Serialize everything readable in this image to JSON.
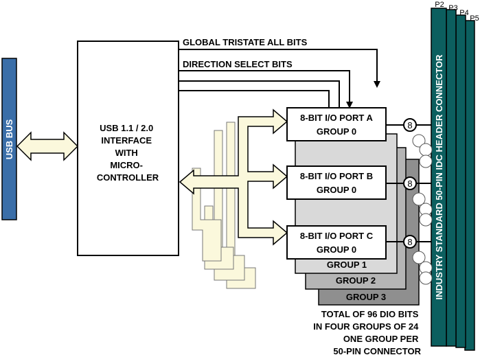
{
  "usb_bus": {
    "label": "USB BUS"
  },
  "controller": {
    "lines": [
      "USB 1.1 / 2.0",
      "INTERFACE",
      "WITH",
      "MICRO-",
      "CONTROLLER"
    ]
  },
  "signals": {
    "tristate": "GLOBAL TRISTATE ALL BITS",
    "direction": "DIRECTION SELECT BITS"
  },
  "ports": [
    {
      "title": "8-BIT I/O PORT A",
      "group": "GROUP 0",
      "bits": "8"
    },
    {
      "title": "8-BIT I/O PORT B",
      "group": "GROUP 0",
      "bits": "8"
    },
    {
      "title": "8-BIT I/O PORT C",
      "group": "GROUP 0",
      "bits": "8"
    }
  ],
  "groups": [
    "GROUP 1",
    "GROUP 2",
    "GROUP 3"
  ],
  "connector": {
    "label": "INDUSTRY STANDARD 50-PIN IDC HEADER CONNECTOR",
    "pins": [
      "P2",
      "P3",
      "P4",
      "P5"
    ]
  },
  "footnote": [
    "TOTAL OF 96 DIO BITS",
    "IN FOUR GROUPS OF 24",
    "ONE GROUP PER",
    "50-PIN CONNECTOR"
  ],
  "colors": {
    "usb_bus": "#3a6ea8",
    "connector": "#0c5f5f",
    "bus_arrow": "#fbf8dc",
    "group1": "#d9d9d9",
    "group2": "#b5b5b5",
    "group3": "#8f8f8f"
  }
}
